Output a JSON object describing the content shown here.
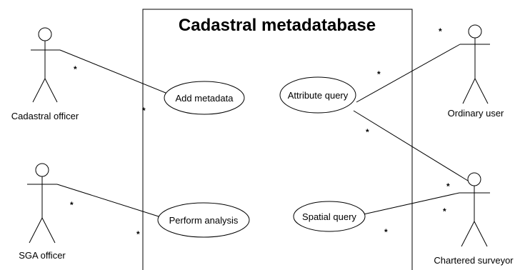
{
  "system": {
    "title": "Cadastral metadatabase"
  },
  "actors": [
    {
      "id": "cadastral-officer",
      "label": "Cadastral officer"
    },
    {
      "id": "sga-officer",
      "label": "SGA officer"
    },
    {
      "id": "ordinary-user",
      "label": "Ordinary user"
    },
    {
      "id": "chartered-surveyor",
      "label": "Chartered surveyor"
    }
  ],
  "use_cases": [
    {
      "id": "add-metadata",
      "label": "Add metadata"
    },
    {
      "id": "perform-analysis",
      "label": "Perform analysis"
    },
    {
      "id": "attribute-query",
      "label": "Attribute query"
    },
    {
      "id": "spatial-query",
      "label": "Spatial query"
    }
  ],
  "associations": [
    {
      "from": "cadastral-officer",
      "to": "add-metadata",
      "actor_multiplicity": "*",
      "usecase_multiplicity": "*"
    },
    {
      "from": "sga-officer",
      "to": "perform-analysis",
      "actor_multiplicity": "*",
      "usecase_multiplicity": "*"
    },
    {
      "from": "ordinary-user",
      "to": "attribute-query",
      "actor_multiplicity": "*",
      "usecase_multiplicity": "*"
    },
    {
      "from": "chartered-surveyor",
      "to": "attribute-query",
      "actor_multiplicity": "*",
      "usecase_multiplicity": "*"
    },
    {
      "from": "chartered-surveyor",
      "to": "spatial-query",
      "actor_multiplicity": "*",
      "usecase_multiplicity": "*"
    }
  ]
}
